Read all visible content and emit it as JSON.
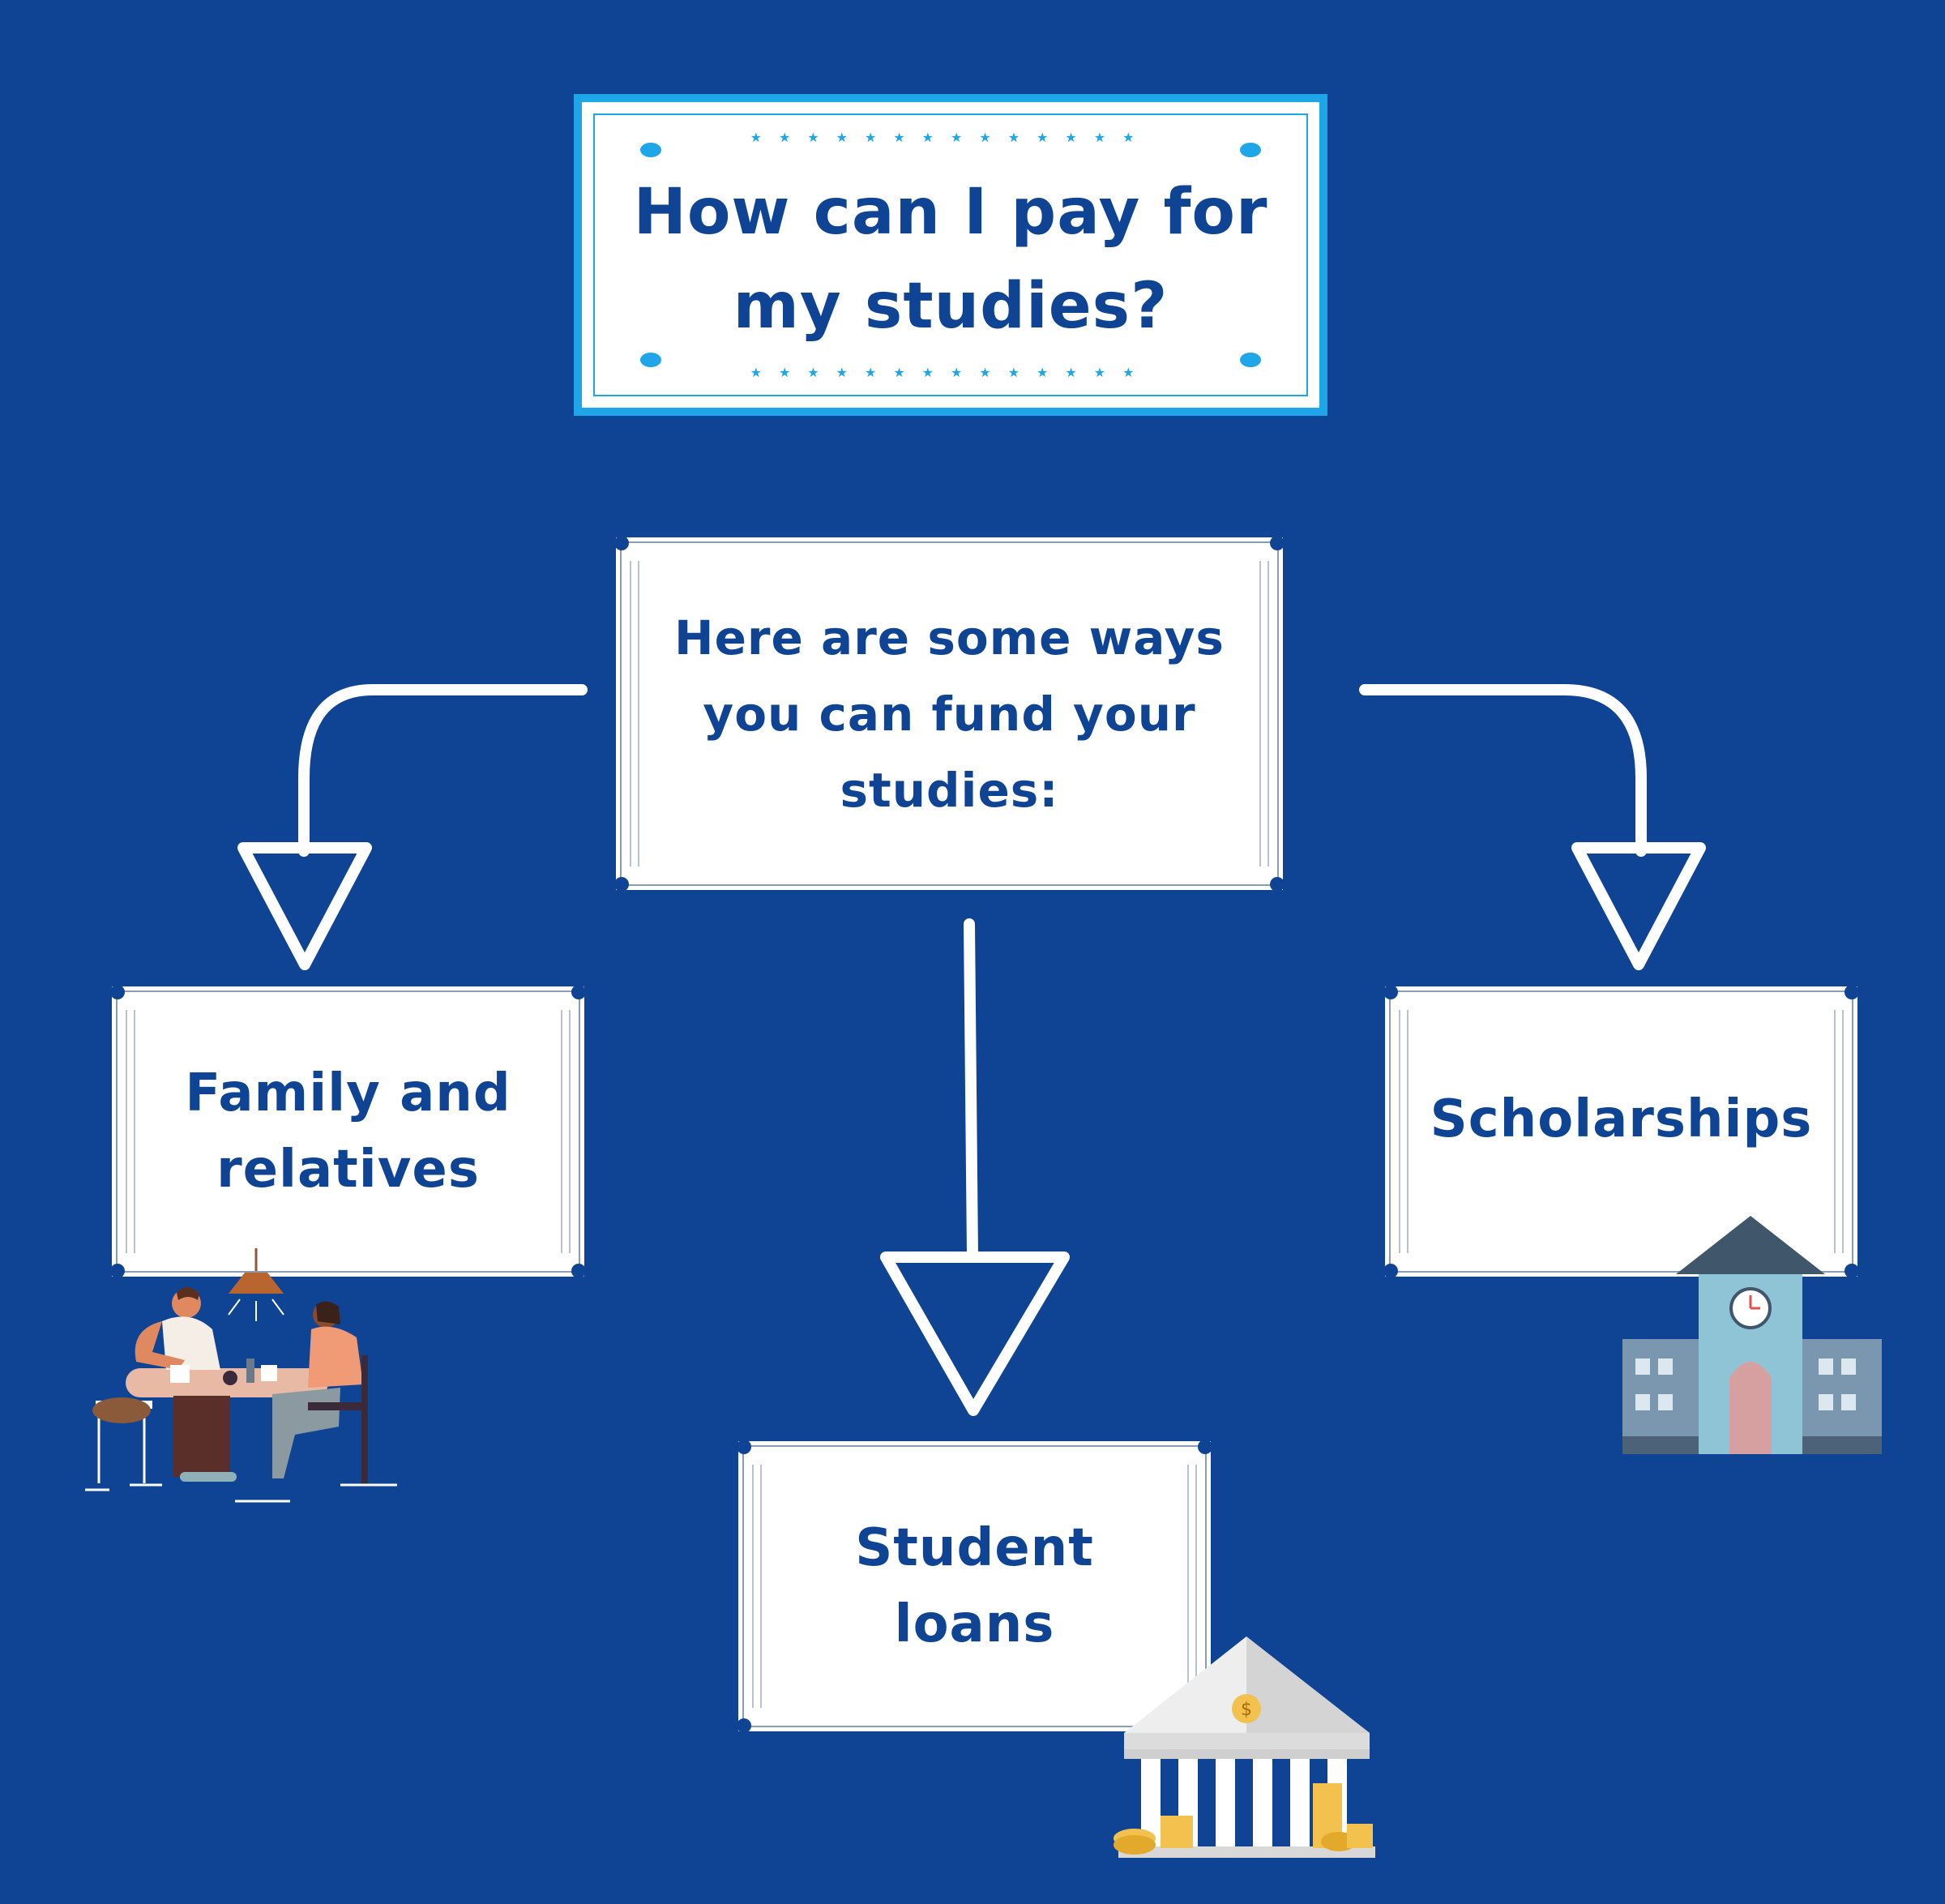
{
  "title": "How can I pay for my studies?",
  "intro": "Here are some ways you can fund your studies:",
  "options": {
    "family": "Family and relatives",
    "loans": "Student loans",
    "scholarships": "Scholarships"
  },
  "icons": {
    "family": "family-dinner-illustration",
    "loans": "bank-icon",
    "scholarships": "school-building-icon"
  },
  "colors": {
    "background": "#0e4493",
    "text": "#0e4493",
    "accent": "#1fa6e8",
    "arrow": "#ffffff"
  }
}
